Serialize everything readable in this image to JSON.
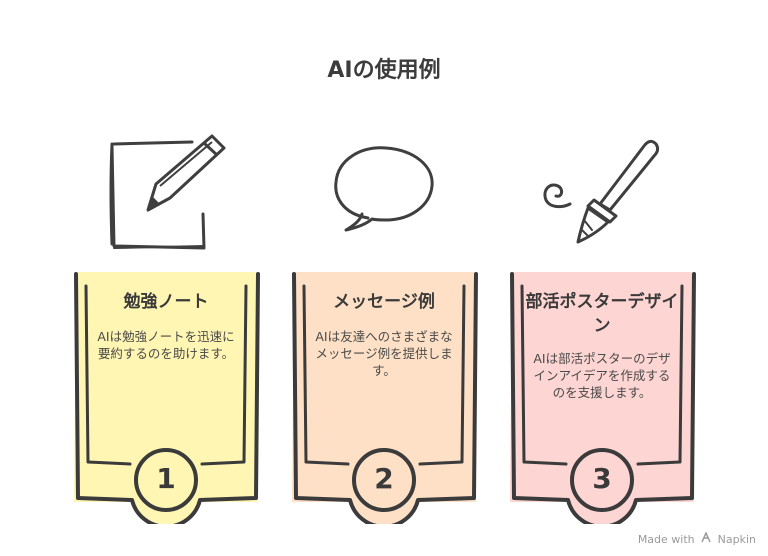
{
  "title": "AIの使用例",
  "cards": [
    {
      "title": "勉強ノート",
      "description": "AIは勉強ノートを迅速に要約するのを助けます。",
      "number": "1",
      "color": "#fff6b3",
      "icon": "notebook-pencil-icon"
    },
    {
      "title": "メッセージ例",
      "description": "AIは友達へのさまざまなメッセージ例を提供します。",
      "number": "2",
      "color": "#fde0c6",
      "icon": "speech-bubble-icon"
    },
    {
      "title": "部活ポスターデザイン",
      "description": "AIは部活ポスターのデザインアイデアを作成するのを支援します。",
      "number": "3",
      "color": "#fdd5d3",
      "icon": "paintbrush-icon"
    }
  ],
  "footer": {
    "made_with": "Made with",
    "brand": "Napkin"
  }
}
